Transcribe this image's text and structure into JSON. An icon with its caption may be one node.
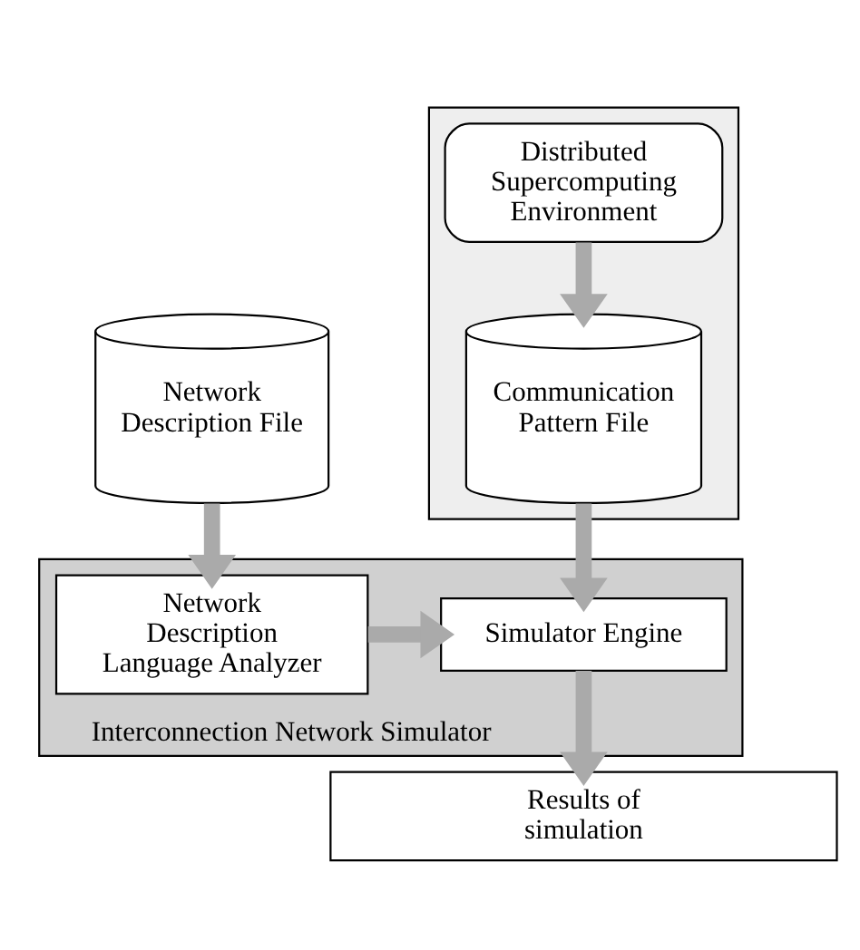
{
  "diagram": {
    "nodes": [
      {
        "text": [],
        "shape": "box"
      },
      {
        "text": [
          "Distributed Supercomputing Environment"
        ],
        "in": 0
      },
      {
        "text": [
          "Communication Pattern File"
        ],
        "in": 0
      },
      {
        "text": [
          "Network Description File"
        ]
      },
      {
        "text": [
          "Interconnection Network Simulator"
        ]
      },
      {
        "text": [
          "Network Description Language Analyzer"
        ],
        "in": 4
      },
      {
        "text": [
          "Simulator Engine"
        ],
        "in": 4
      },
      {
        "text": [
          "Results of simulation"
        ]
      }
    ],
    "edges": [
      {
        "from": 1,
        "to": 2,
        "arrow": "to"
      },
      {
        "from": 3,
        "to": 5,
        "arrow": "to"
      },
      {
        "from": 2,
        "to": 6,
        "arrow": "to"
      },
      {
        "from": 5,
        "to": 6,
        "arrow": "to"
      },
      {
        "from": 6,
        "to": 7,
        "arrow": "to"
      }
    ]
  }
}
